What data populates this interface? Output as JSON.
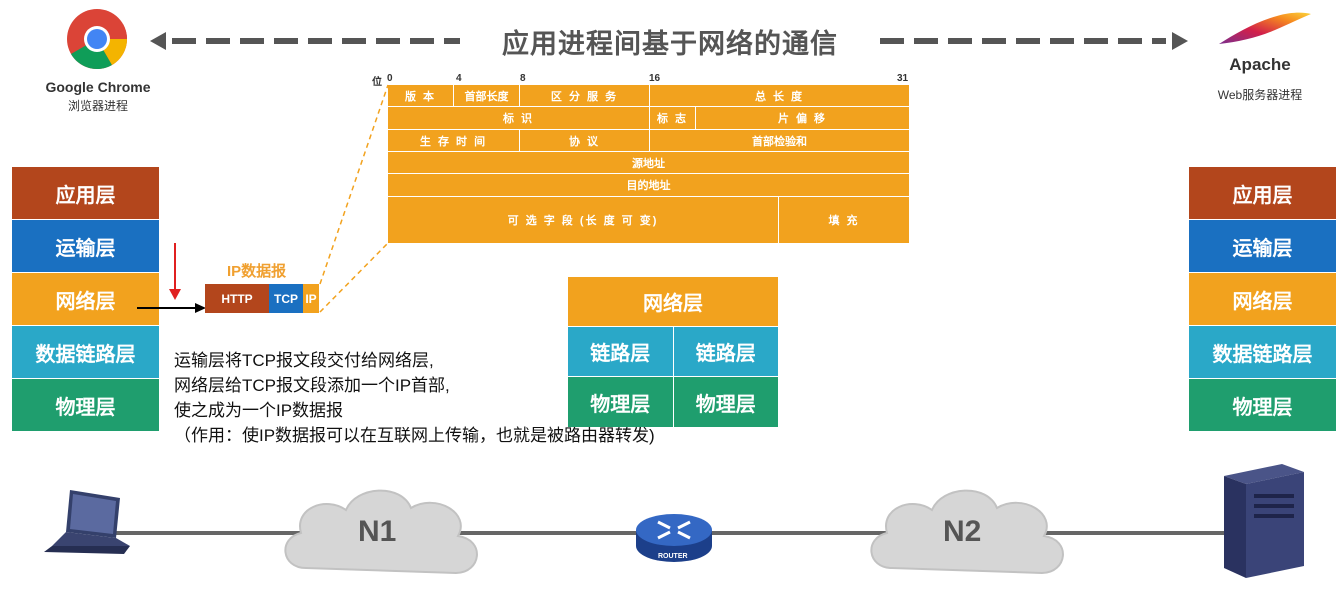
{
  "title": "应用进程间基于网络的通信",
  "left_app": {
    "name": "Google Chrome",
    "sub": "浏览器进程"
  },
  "right_app": {
    "name": "Apache",
    "sub": "Web服务器进程"
  },
  "layers": [
    "应用层",
    "运输层",
    "网络层",
    "数据链路层",
    "物理层"
  ],
  "colors": {
    "app": "#b3461c",
    "transport": "#1a70c1",
    "network": "#f2a21e",
    "datalink": "#2aa8c8",
    "physical": "#1f9e6e",
    "header": "#f2a21e",
    "dashes": "#555555"
  },
  "ip_header": {
    "bit_prefix": "位",
    "bits": [
      "0",
      "4",
      "8",
      "16",
      "31"
    ],
    "row1": {
      "version": "版 本",
      "hlen": "首部长度",
      "tos": "区 分 服 务",
      "total": "总 长 度"
    },
    "row2": {
      "id": "标 识",
      "flags": "标 志",
      "offset": "片 偏 移"
    },
    "row3": {
      "ttl": "生 存 时 间",
      "proto": "协 议",
      "checksum": "首部检验和"
    },
    "row4": "源地址",
    "row5": "目的地址",
    "row6": {
      "options": "可 选 字 段 (长 度 可 变)",
      "padding": "填 充"
    }
  },
  "ip_datagram": {
    "title": "IP数据报",
    "http": "HTTP",
    "tcp": "TCP",
    "ip": "IP"
  },
  "explanation": [
    "运输层将TCP报文段交付给网络层,",
    "网络层给TCP报文段添加一个IP首部,",
    "使之成为一个IP数据报",
    "（作用：使IP数据报可以在互联网上传输，也就是被路由器转发)"
  ],
  "router_stack": {
    "network": "网络层",
    "link_left": "链路层",
    "link_right": "链路层",
    "phys_left": "物理层",
    "phys_right": "物理层"
  },
  "clouds": [
    "N1",
    "N2"
  ],
  "router_label": "ROUTER"
}
